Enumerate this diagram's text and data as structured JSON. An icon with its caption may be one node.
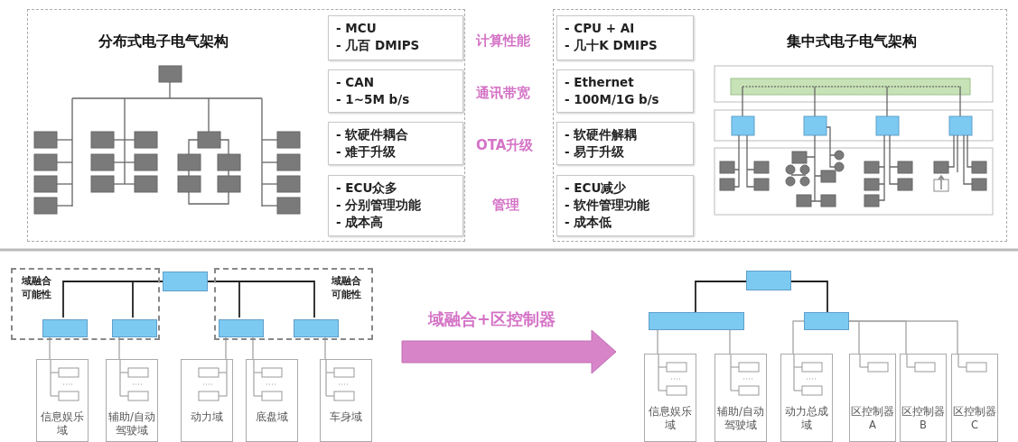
{
  "diagram": {
    "nodes": [
      {
        "text": [
          "分布式电子电气架构"
        ]
      },
      {
        "text": [
          "集中式电子电气架构"
        ]
      },
      {
        "text": [
          "- MCU",
          "- 几百 DMIPS"
        ],
        "in": 0
      },
      {
        "text": [
          "- CAN",
          "- 1~5M b/s"
        ],
        "in": 0
      },
      {
        "text": [
          "- 软硬件耦合",
          "- 难于升级"
        ],
        "in": 0
      },
      {
        "text": [
          "- ECU众多",
          "- 分别管理功能",
          "- 成本高"
        ],
        "in": 0
      },
      {
        "text": [
          "- CPU + AI",
          "- 几十K DMIPS"
        ],
        "in": 1
      },
      {
        "text": [
          "- Ethernet",
          "- 100M/1G b/s"
        ],
        "in": 1
      },
      {
        "text": [
          "- 软硬件解耦",
          "- 易于升级"
        ],
        "in": 1
      },
      {
        "text": [
          "- ECU减少",
          "- 软件管理功能",
          "- 成本低"
        ],
        "in": 1
      },
      {
        "text": [
          "域融合可能性"
        ]
      },
      {
        "text": [
          "域融合可能性"
        ]
      },
      {
        "text": [],
        "shape": "box"
      },
      {
        "text": [],
        "shape": "box",
        "in": 10
      },
      {
        "text": [],
        "shape": "box",
        "in": 10
      },
      {
        "text": [],
        "shape": "box",
        "in": 11
      },
      {
        "text": [],
        "shape": "box",
        "in": 11
      },
      {
        "text": [
          "信息娱乐域"
        ]
      },
      {
        "text": [
          "辅助/自动驾驶域"
        ]
      },
      {
        "text": [
          "动力域"
        ]
      },
      {
        "text": [
          "底盘域"
        ]
      },
      {
        "text": [
          "车身域"
        ]
      },
      {
        "text": [],
        "shape": "box"
      },
      {
        "text": [],
        "shape": "box"
      },
      {
        "text": [],
        "shape": "box"
      },
      {
        "text": [
          "信息娱乐域"
        ]
      },
      {
        "text": [
          "辅助/自动驾驶域"
        ]
      },
      {
        "text": [
          "动力总成域"
        ]
      },
      {
        "text": [
          "区控制器A"
        ]
      },
      {
        "text": [
          "区控制器B"
        ]
      },
      {
        "text": [
          "区控制器C"
        ]
      }
    ],
    "edges": [
      {
        "from": 12,
        "to": 13,
        "arrow": "none",
        "color": "#222222"
      },
      {
        "from": 12,
        "to": 14,
        "arrow": "none",
        "color": "#222222"
      },
      {
        "from": 12,
        "to": 15,
        "arrow": "none",
        "color": "#222222"
      },
      {
        "from": 12,
        "to": 16,
        "arrow": "none",
        "color": "#222222"
      },
      {
        "from": 13,
        "to": 17,
        "arrow": "none"
      },
      {
        "from": 14,
        "to": 18,
        "arrow": "none"
      },
      {
        "from": 15,
        "to": 19,
        "arrow": "none"
      },
      {
        "from": 15,
        "to": 20,
        "arrow": "none"
      },
      {
        "from": 16,
        "to": 21,
        "arrow": "none"
      },
      {
        "from": 22,
        "to": 23,
        "arrow": "none",
        "color": "#222222"
      },
      {
        "from": 22,
        "to": 24,
        "arrow": "none",
        "color": "#222222"
      },
      {
        "from": 23,
        "to": 25,
        "arrow": "none"
      },
      {
        "from": 23,
        "to": 26,
        "arrow": "none"
      },
      {
        "from": 24,
        "to": 27,
        "arrow": "none"
      },
      {
        "from": 24,
        "to": 28,
        "arrow": "none"
      },
      {
        "from": 24,
        "to": 29,
        "arrow": "none"
      },
      {
        "from": 24,
        "to": 30,
        "arrow": "none"
      }
    ],
    "labels": [
      "计算性能",
      "通讯带宽",
      "OTA升级",
      "管理",
      "域融合+区控制器"
    ]
  }
}
